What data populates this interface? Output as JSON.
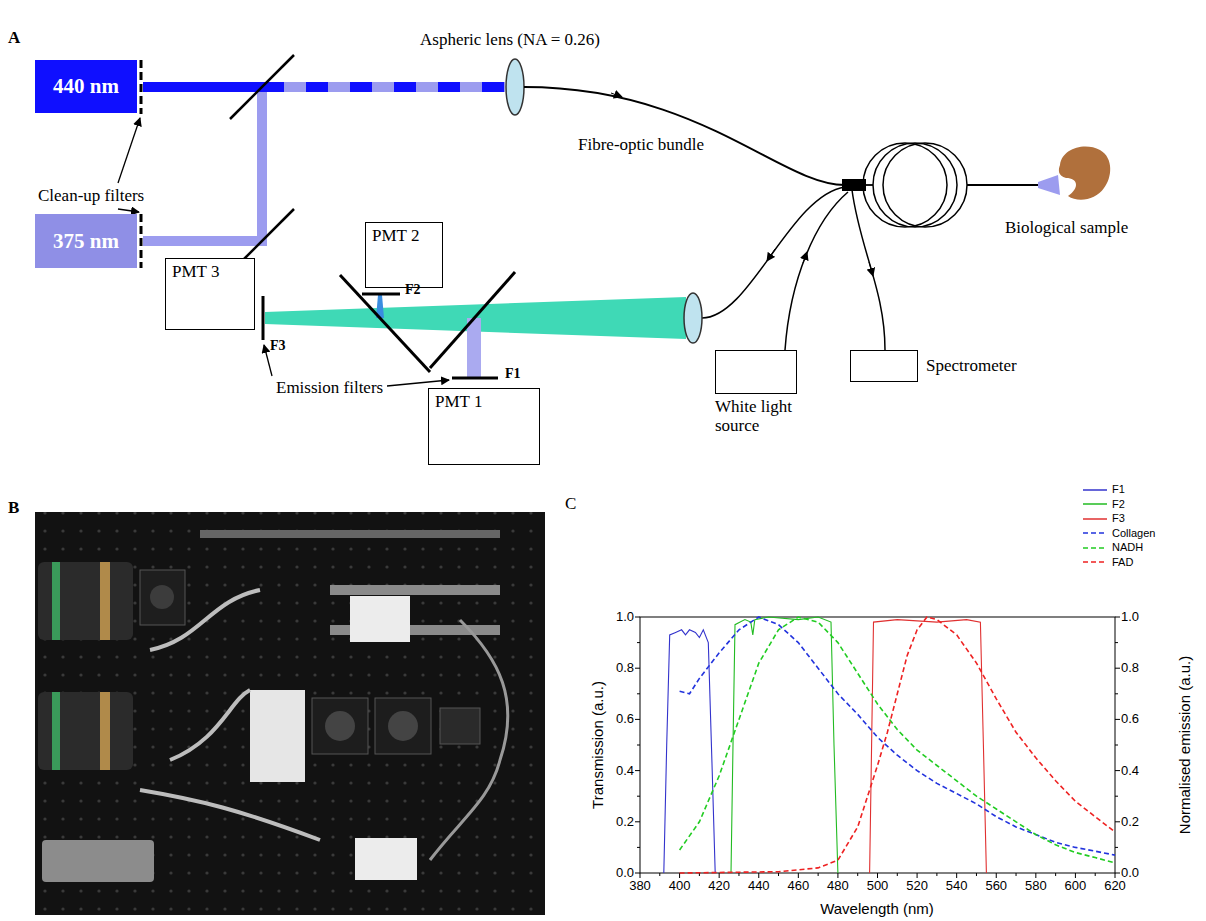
{
  "diagram": {
    "nodes": [
      {
        "text": [
          "440 nm"
        ]
      },
      {
        "text": [
          "375 nm"
        ]
      },
      {
        "text": [
          "PMT 2"
        ]
      },
      {
        "text": [
          "PMT 3"
        ]
      },
      {
        "text": [
          "PMT 1"
        ]
      },
      {
        "text": [
          "White light source"
        ]
      },
      {
        "text": [
          "Spectrometer"
        ]
      }
    ],
    "labels": [
      "A",
      "Aspheric lens (NA = 0.26)",
      "Clean-up filters",
      "Fibre-optic bundle",
      "Biological sample",
      "F2",
      "F3",
      "Emission filters",
      "F1",
      "B",
      "C",
      "Transmission (a.u.)",
      "Normalised emission (a.u.)",
      "Wavelength (nm)",
      "380",
      "400",
      "420",
      "440",
      "460",
      "480",
      "500",
      "520",
      "540",
      "560",
      "580",
      "600",
      "620",
      "0.0",
      "0.2",
      "0.4",
      "0.6",
      "0.8",
      "1.0",
      "0.0",
      "0.2",
      "0.4",
      "0.6",
      "0.8",
      "1.0"
    ],
    "legend": [
      {
        "text": "F1"
      },
      {
        "text": "F2"
      },
      {
        "text": "F3"
      },
      {
        "text": "Collagen"
      },
      {
        "text": "NADH"
      },
      {
        "text": "FAD"
      }
    ]
  }
}
